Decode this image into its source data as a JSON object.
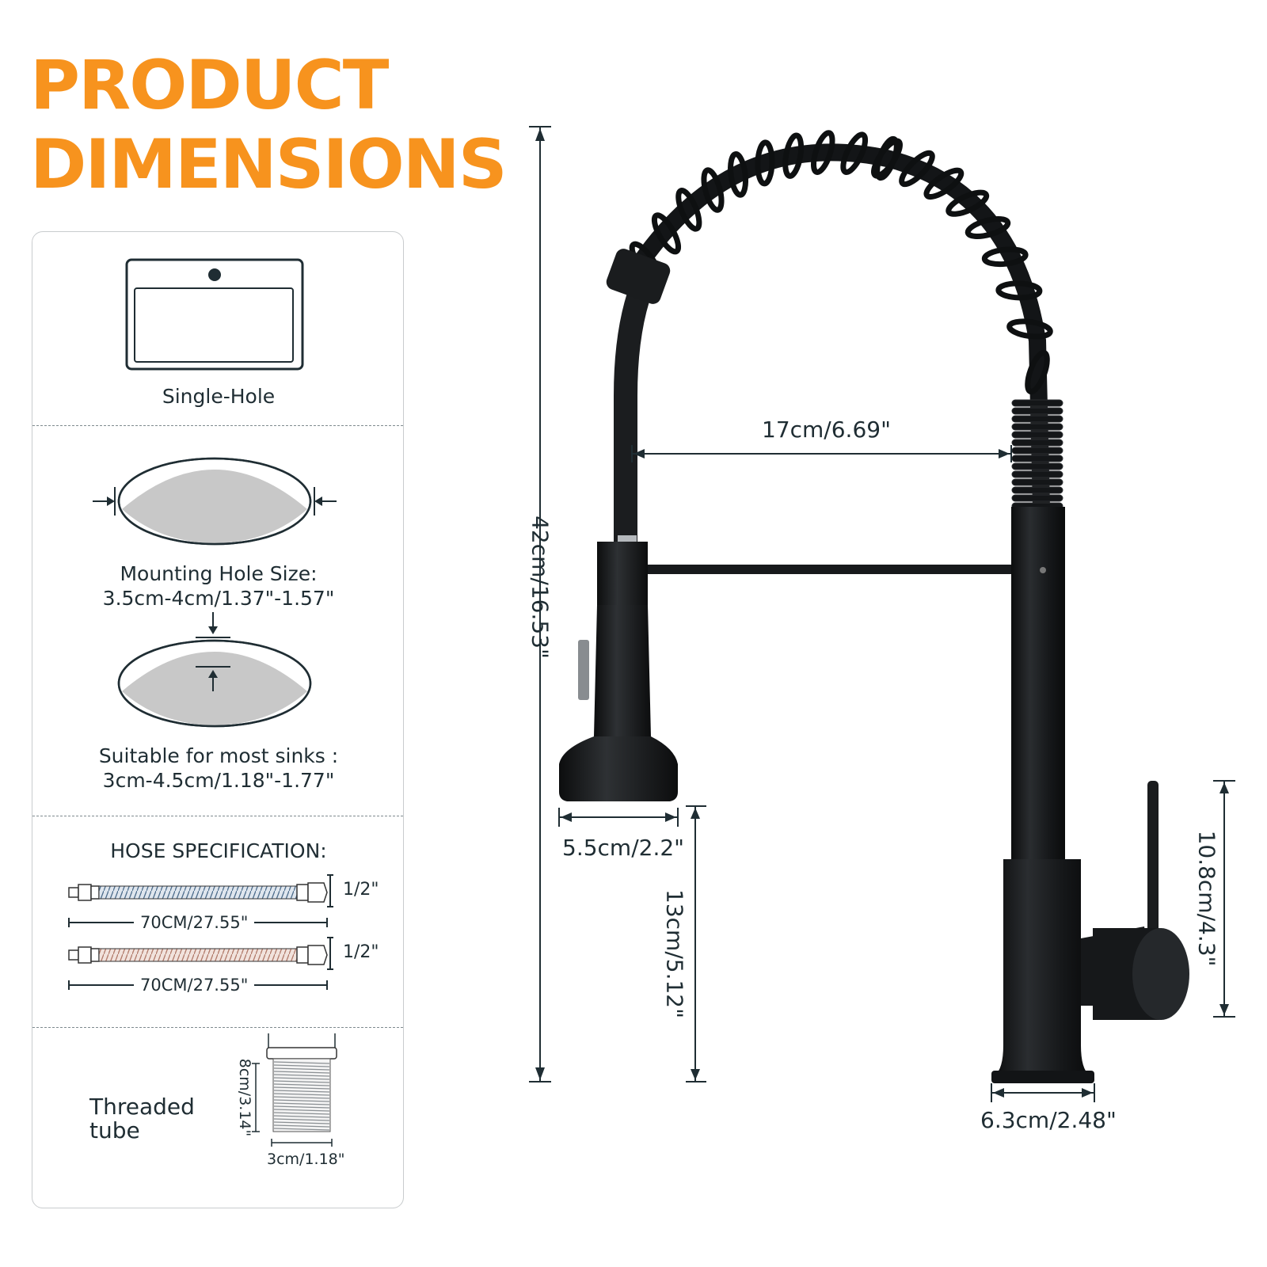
{
  "title": {
    "line1": "PRODUCT",
    "line2": "DIMENSIONS"
  },
  "panel": {
    "single_hole": "Single-Hole",
    "mounting_hole": {
      "label": "Mounting Hole Size:",
      "value": "3.5cm-4cm/1.37\"-1.57\""
    },
    "suitable": {
      "label": "Suitable for most sinks :",
      "value": "3cm-4.5cm/1.18\"-1.77\""
    },
    "hose": {
      "heading": "HOSE SPECIFICATION:",
      "items": [
        {
          "length": "70CM/27.55\"",
          "size": "1/2\"",
          "color": "#4a6a8a"
        },
        {
          "length": "70CM/27.55\"",
          "size": "1/2\"",
          "color": "#b07868"
        }
      ]
    },
    "tube": {
      "label_line1": "Threaded",
      "label_line2": "tube",
      "height": "8cm/3.14\"",
      "width": "3cm/1.18\""
    }
  },
  "faucet": {
    "total_height": "42cm/16.53\"",
    "reach": "17cm/6.69\"",
    "sprayer_diameter": "5.5cm/2.2\"",
    "spout_height": "13cm/5.12\"",
    "handle_height": "10.8cm/4.3\"",
    "base_diameter": "6.3cm/2.48\"",
    "color": "#141618"
  }
}
